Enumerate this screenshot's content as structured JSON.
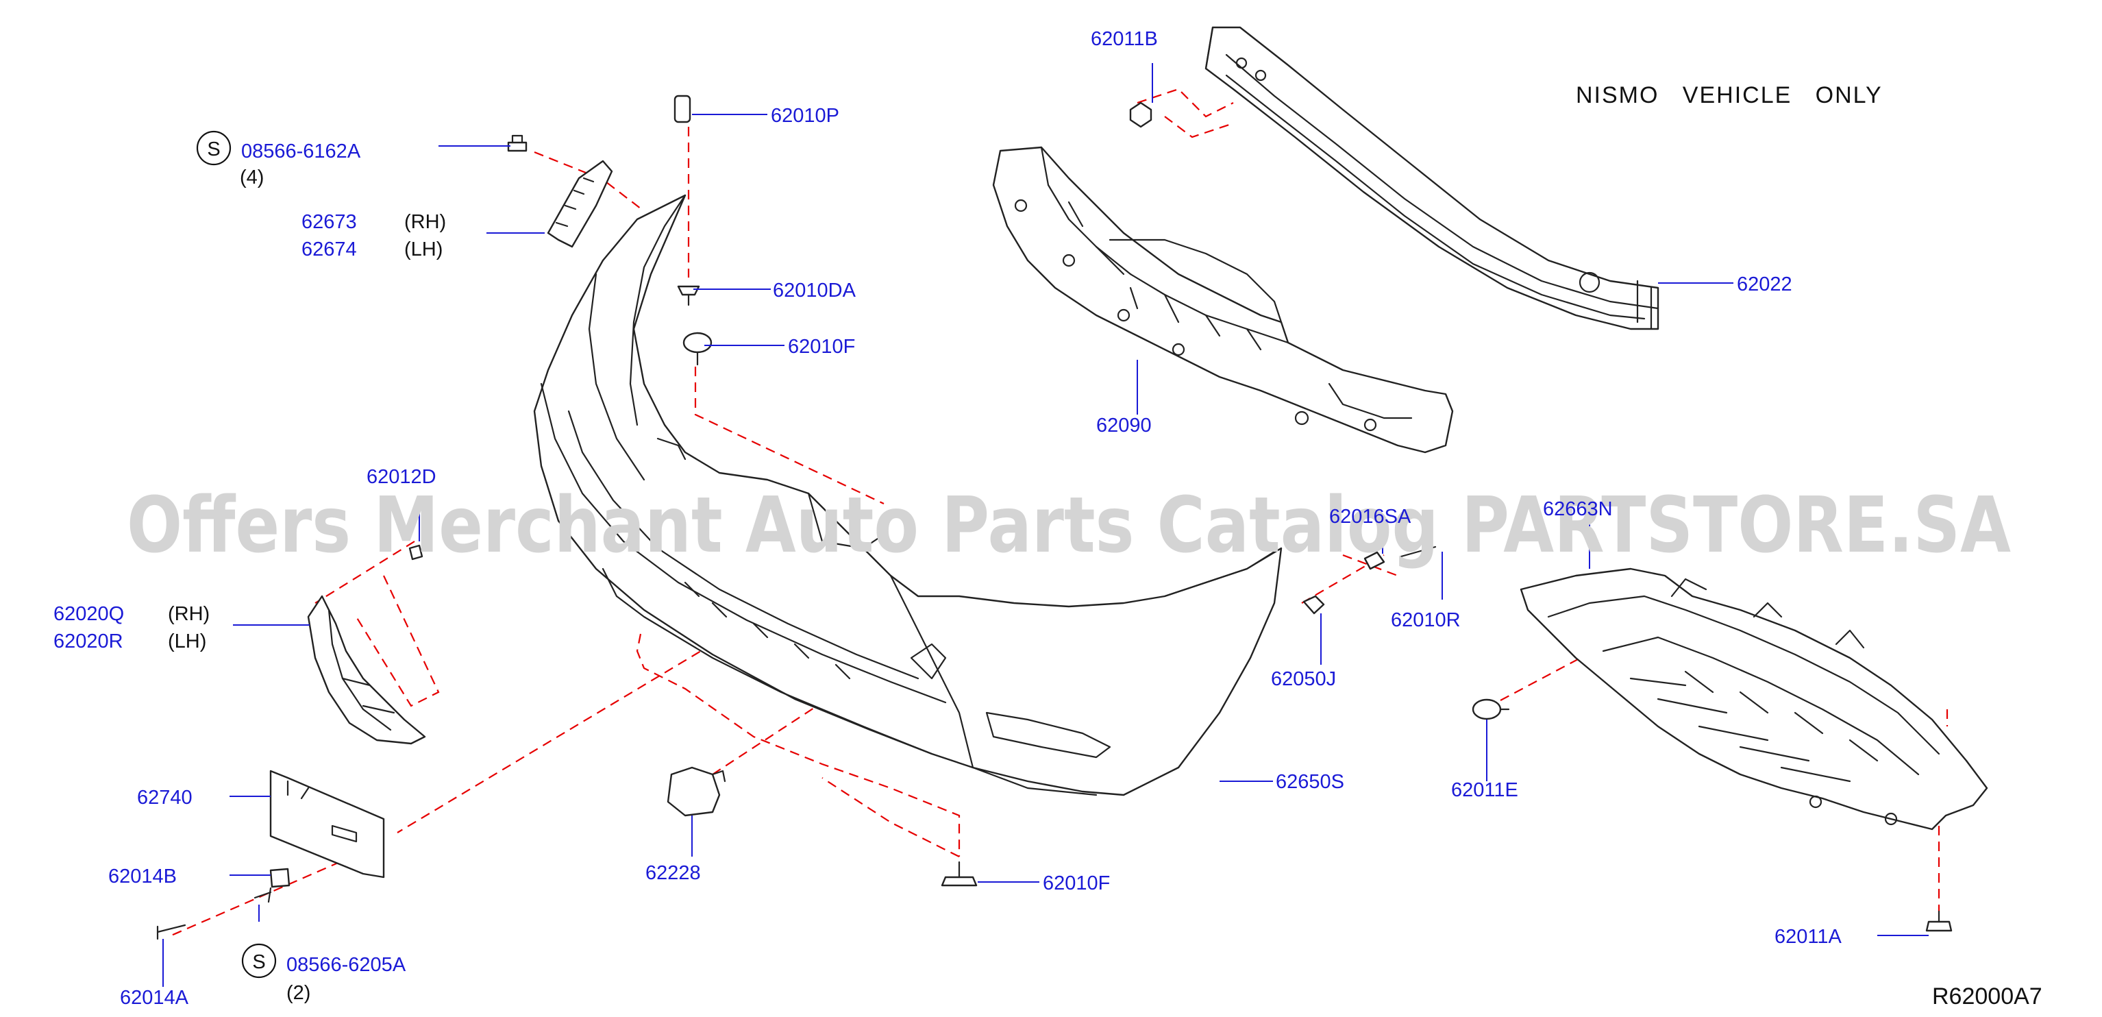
{
  "watermark": "Offers Merchant Auto Parts Catalog PARTSTORE.SA",
  "note": "NISMO   VEHICLE   ONLY",
  "diagram_code": "R62000A7",
  "symbol_letter": "S",
  "parts": {
    "p08566_6162A": {
      "number": "08566-6162A",
      "qty": "(4)"
    },
    "p62010P": {
      "number": "62010P"
    },
    "p62673": {
      "number": "62673",
      "side": "(RH)"
    },
    "p62674": {
      "number": "62674",
      "side": "(LH)"
    },
    "p62010DA": {
      "number": "62010DA"
    },
    "p62010F_top": {
      "number": "62010F"
    },
    "p62011B": {
      "number": "62011B"
    },
    "p62022": {
      "number": "62022"
    },
    "p62090": {
      "number": "62090"
    },
    "p62012D": {
      "number": "62012D"
    },
    "p62020Q": {
      "number": "62020Q",
      "side": "(RH)"
    },
    "p62020R": {
      "number": "62020R",
      "side": "(LH)"
    },
    "p62740": {
      "number": "62740"
    },
    "p62014B": {
      "number": "62014B"
    },
    "p08566_6205A": {
      "number": "08566-6205A",
      "qty": "(2)"
    },
    "p62014A": {
      "number": "62014A"
    },
    "p62228": {
      "number": "62228"
    },
    "p62010F_bottom": {
      "number": "62010F"
    },
    "p62650S": {
      "number": "62650S"
    },
    "p62016SA": {
      "number": "62016SA"
    },
    "p62010R": {
      "number": "62010R"
    },
    "p62050J": {
      "number": "62050J"
    },
    "p62663N": {
      "number": "62663N"
    },
    "p62011E": {
      "number": "62011E"
    },
    "p62011A": {
      "number": "62011A"
    }
  }
}
